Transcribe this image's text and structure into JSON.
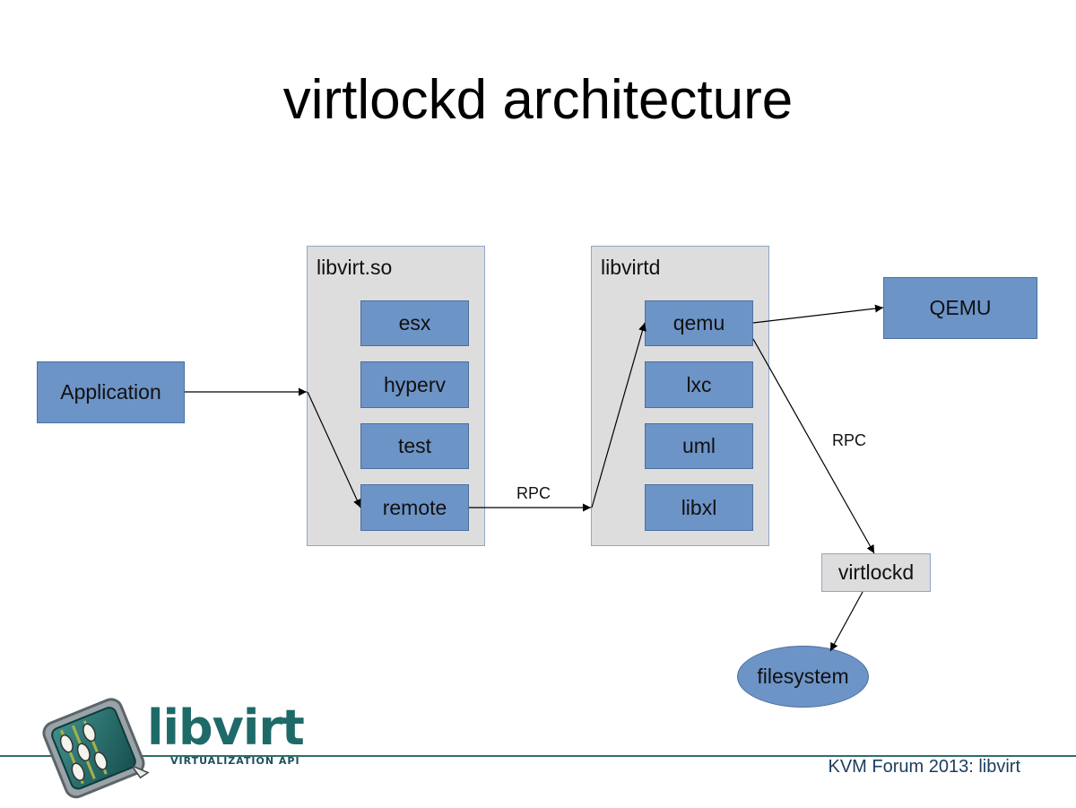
{
  "title": "virtlockd architecture",
  "containers": {
    "libvirt_so": {
      "label": "libvirt.so"
    },
    "libvirtd": {
      "label": "libvirtd"
    }
  },
  "nodes": {
    "application": "Application",
    "esx": "esx",
    "hyperv": "hyperv",
    "test": "test",
    "remote": "remote",
    "qemu": "qemu",
    "lxc": "lxc",
    "uml": "uml",
    "libxl": "libxl",
    "qemu_process": "QEMU",
    "virtlockd": "virtlockd",
    "filesystem": "filesystem"
  },
  "edge_labels": {
    "remote_to_libvirtd": "RPC",
    "qemu_to_virtlockd": "RPC"
  },
  "footer": {
    "text": "KVM Forum 2013: libvirt"
  },
  "logo": {
    "word": "libvirt",
    "tagline": "VIRTUALIZATION API"
  },
  "colors": {
    "node_blue": "#6d94c7",
    "container_gray": "#dddddd",
    "brand_teal": "#1e6a69"
  }
}
